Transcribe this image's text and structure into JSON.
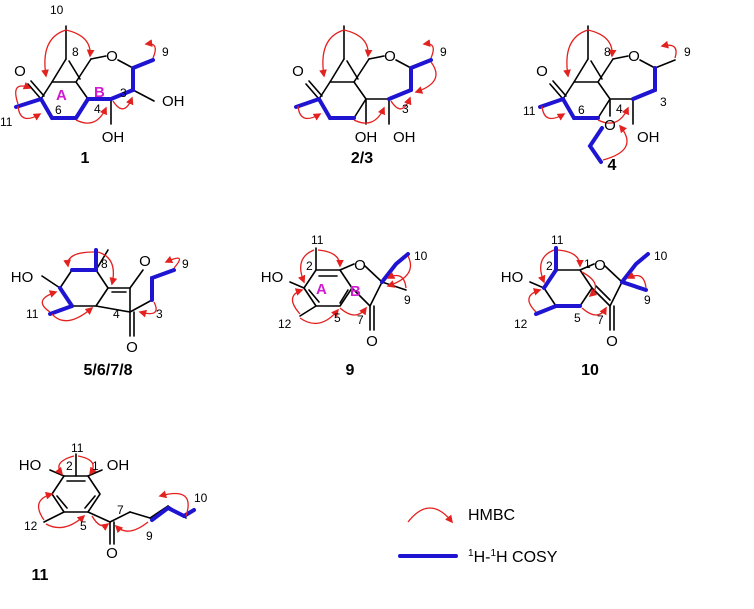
{
  "compounds": [
    {
      "id": "1",
      "label": "1",
      "atom_labels": [
        "O",
        "O",
        "OH",
        "OH"
      ],
      "numbers": [
        "10",
        "8",
        "9",
        "6",
        "4",
        "3",
        "11"
      ],
      "ring_labels": [
        "A",
        "B"
      ]
    },
    {
      "id": "2-3",
      "label": "2/3",
      "atom_labels": [
        "O",
        "O",
        "OH",
        "OH"
      ],
      "numbers": [
        "9",
        "3"
      ]
    },
    {
      "id": "4",
      "label": "4",
      "atom_labels": [
        "O",
        "O",
        "O",
        "OH"
      ],
      "numbers": [
        "8",
        "9",
        "11",
        "6",
        "3",
        "4"
      ]
    },
    {
      "id": "5-8",
      "label": "5/6/7/8",
      "atom_labels": [
        "HO",
        "O",
        "O"
      ],
      "numbers": [
        "8",
        "9",
        "11",
        "3",
        "4"
      ]
    },
    {
      "id": "9",
      "label": "9",
      "atom_labels": [
        "HO",
        "O",
        "O"
      ],
      "numbers": [
        "11",
        "2",
        "10",
        "9",
        "12",
        "5",
        "7"
      ],
      "ring_labels": [
        "A",
        "B"
      ]
    },
    {
      "id": "10",
      "label": "10",
      "atom_labels": [
        "HO",
        "O",
        "O"
      ],
      "numbers": [
        "11",
        "2",
        "1",
        "10",
        "9",
        "12",
        "5",
        "7"
      ]
    },
    {
      "id": "11",
      "label": "11",
      "atom_labels": [
        "HO",
        "OH",
        "O"
      ],
      "numbers": [
        "11",
        "2",
        "1",
        "7",
        "10",
        "12",
        "5",
        "9"
      ]
    }
  ],
  "legend": {
    "hmbc_label": "HMBC",
    "cosy_superscript_a": "1",
    "cosy_h1": "H-",
    "cosy_superscript_b": "1",
    "cosy_h2": "H COSY"
  },
  "colors": {
    "bond": "#000000",
    "hmbc_arrow": "#e3211f",
    "cosy_bond": "#1e14d2",
    "ring_label": "#d01cd0"
  }
}
